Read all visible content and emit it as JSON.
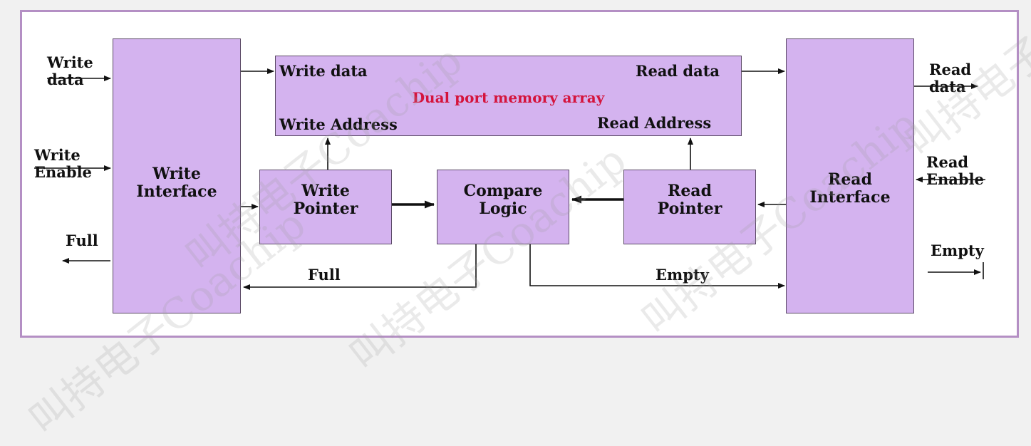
{
  "blocks": {
    "write_interface": "Write\nInterface",
    "read_interface": "Read\nInterface",
    "memory_title": "Dual port memory array",
    "memory_write_data": "Write data",
    "memory_read_data": "Read data",
    "memory_write_address": "Write Address",
    "memory_read_address": "Read Address",
    "write_pointer": "Write\nPointer",
    "compare_logic": "Compare\nLogic",
    "read_pointer": "Read\nPointer"
  },
  "signals": {
    "write_data_in": "Write\ndata",
    "write_enable_in": "Write\nEnable",
    "full_out": "Full",
    "read_data_out": "Read\ndata",
    "read_enable_in": "Read\nEnable",
    "empty_out": "Empty",
    "full_feedback": "Full",
    "empty_feedback": "Empty"
  },
  "watermark": [
    "叫持电子Coachip",
    "叫持电子Coachip",
    "叫持电子Coachip",
    "叫持电子",
    "叫持电子Coachip"
  ],
  "colors": {
    "block_fill": "#d4b3ef",
    "frame_border": "#b48fc4",
    "title_red": "#d4143c"
  }
}
